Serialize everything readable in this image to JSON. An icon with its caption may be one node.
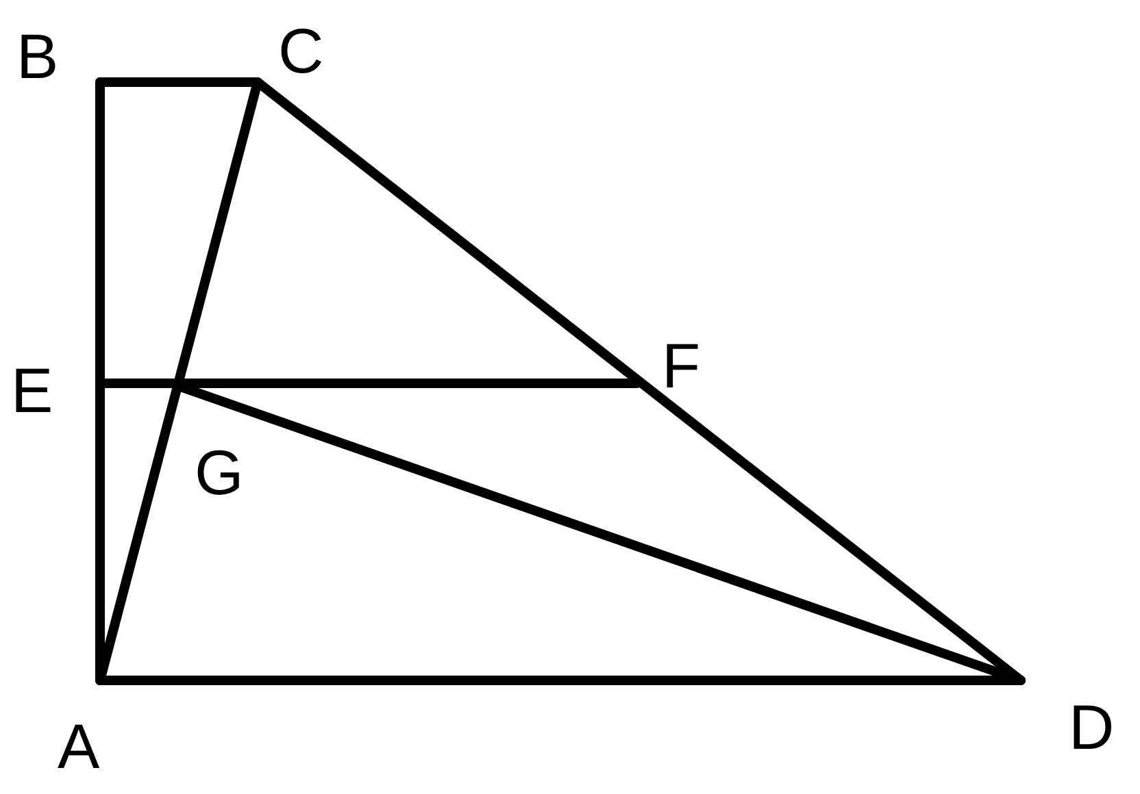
{
  "diagram": {
    "nodes": [
      {
        "text": [
          "B"
        ]
      },
      {
        "text": [
          "C"
        ]
      },
      {
        "text": [
          "E"
        ]
      },
      {
        "text": [
          "F"
        ]
      },
      {
        "text": [
          "G"
        ]
      },
      {
        "text": [
          "A"
        ]
      },
      {
        "text": [
          "D"
        ]
      }
    ],
    "edges": [
      {
        "from": 0,
        "to": 1,
        "arrow": "none"
      },
      {
        "from": 5,
        "to": 0,
        "arrow": "none"
      },
      {
        "from": 1,
        "to": 6,
        "arrow": "none"
      },
      {
        "from": 5,
        "to": 6,
        "arrow": "none"
      },
      {
        "from": 5,
        "to": 1,
        "arrow": "none"
      },
      {
        "from": 2,
        "to": 3,
        "arrow": "none"
      },
      {
        "from": 4,
        "to": 6,
        "arrow": "none"
      }
    ]
  }
}
